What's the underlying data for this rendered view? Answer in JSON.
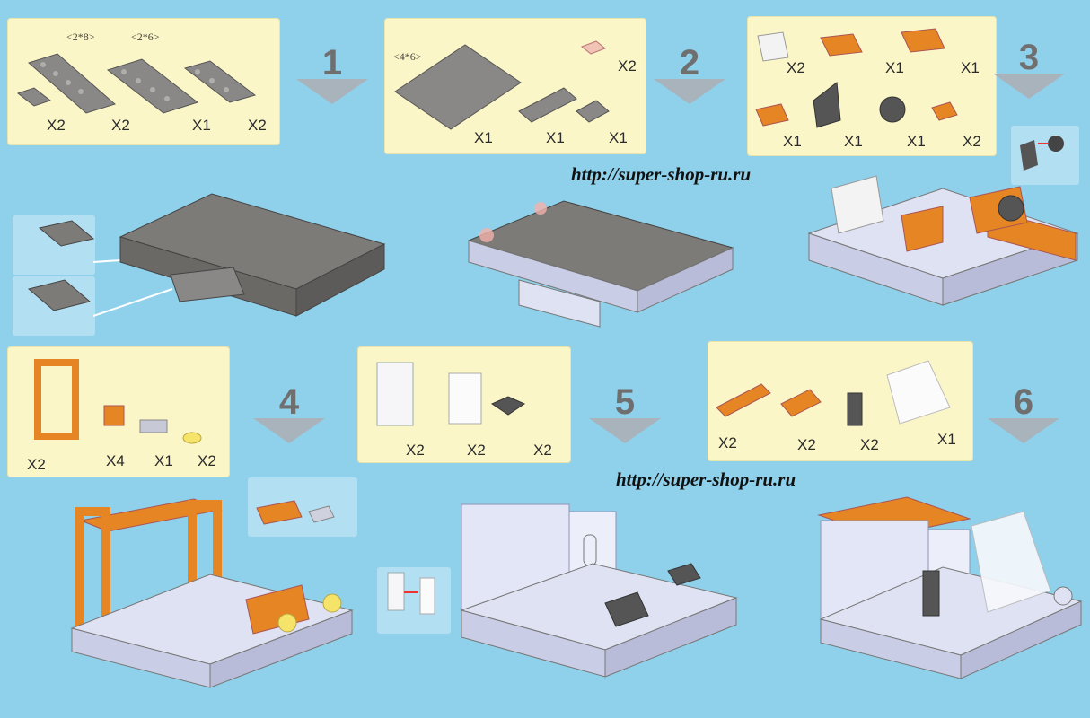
{
  "watermarks": {
    "url_top": "http://super-shop-ru.ru",
    "url_bottom": "http://super-shop-ru.ru"
  },
  "steps": [
    {
      "number": "1",
      "dims": [
        "<2*8>",
        "<2*6>"
      ],
      "quantities": [
        "X2",
        "X2",
        "X1",
        "X2"
      ]
    },
    {
      "number": "2",
      "dims": [
        "<4*6>"
      ],
      "quantities": [
        "X2",
        "X1",
        "X1",
        "X1"
      ]
    },
    {
      "number": "3",
      "quantities": [
        "X2",
        "X1",
        "X1",
        "X1",
        "X1",
        "X1",
        "X2"
      ]
    },
    {
      "number": "4",
      "quantities": [
        "X2",
        "X4",
        "X1",
        "X2"
      ]
    },
    {
      "number": "5",
      "quantities": [
        "X2",
        "X2",
        "X2"
      ]
    },
    {
      "number": "6",
      "quantities": [
        "X2",
        "X2",
        "X2",
        "X1"
      ]
    }
  ],
  "colors": {
    "background": "#8fd0ea",
    "parts_panel": "#fbf6c7",
    "grey_brick": "#7d7b78",
    "orange_brick": "#e58524",
    "white_brick": "#dfe2f2",
    "arrow": "#a9b3bb"
  }
}
